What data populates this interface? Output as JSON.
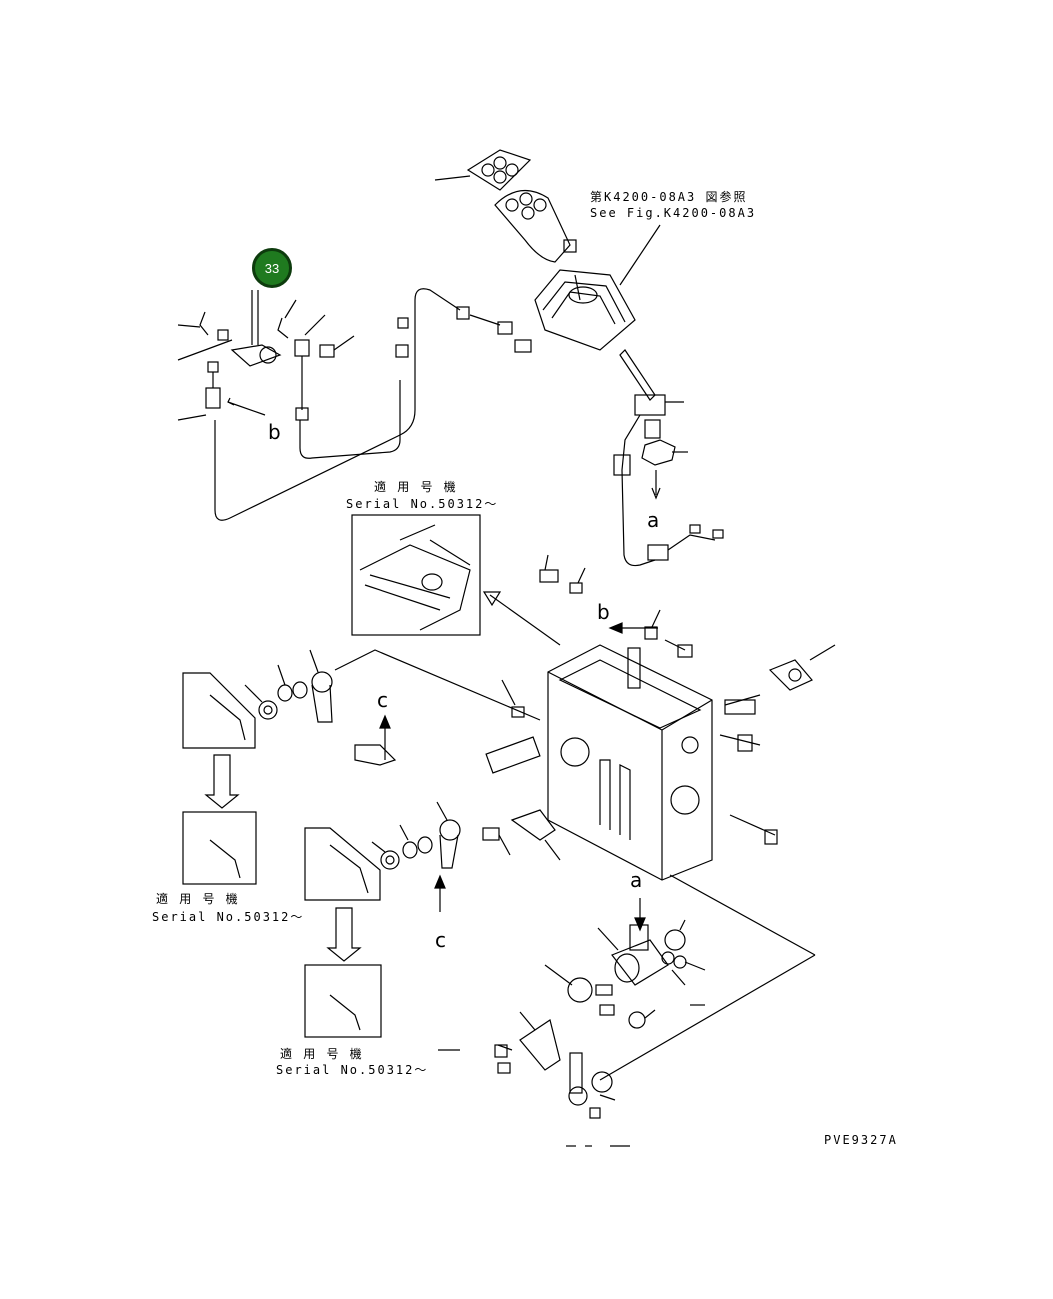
{
  "diagram": {
    "ref_jp": "第K4200-08A3 図参照",
    "ref_en": "See Fig.K4200-08A3",
    "serial_jp": "適 用 号 機",
    "serial_en": "Serial No.50312～",
    "code": "PVE9327A",
    "letters": {
      "a": "a",
      "b": "b",
      "c": "c"
    },
    "callout": {
      "number": "33",
      "color": "#1f7a1f"
    }
  }
}
